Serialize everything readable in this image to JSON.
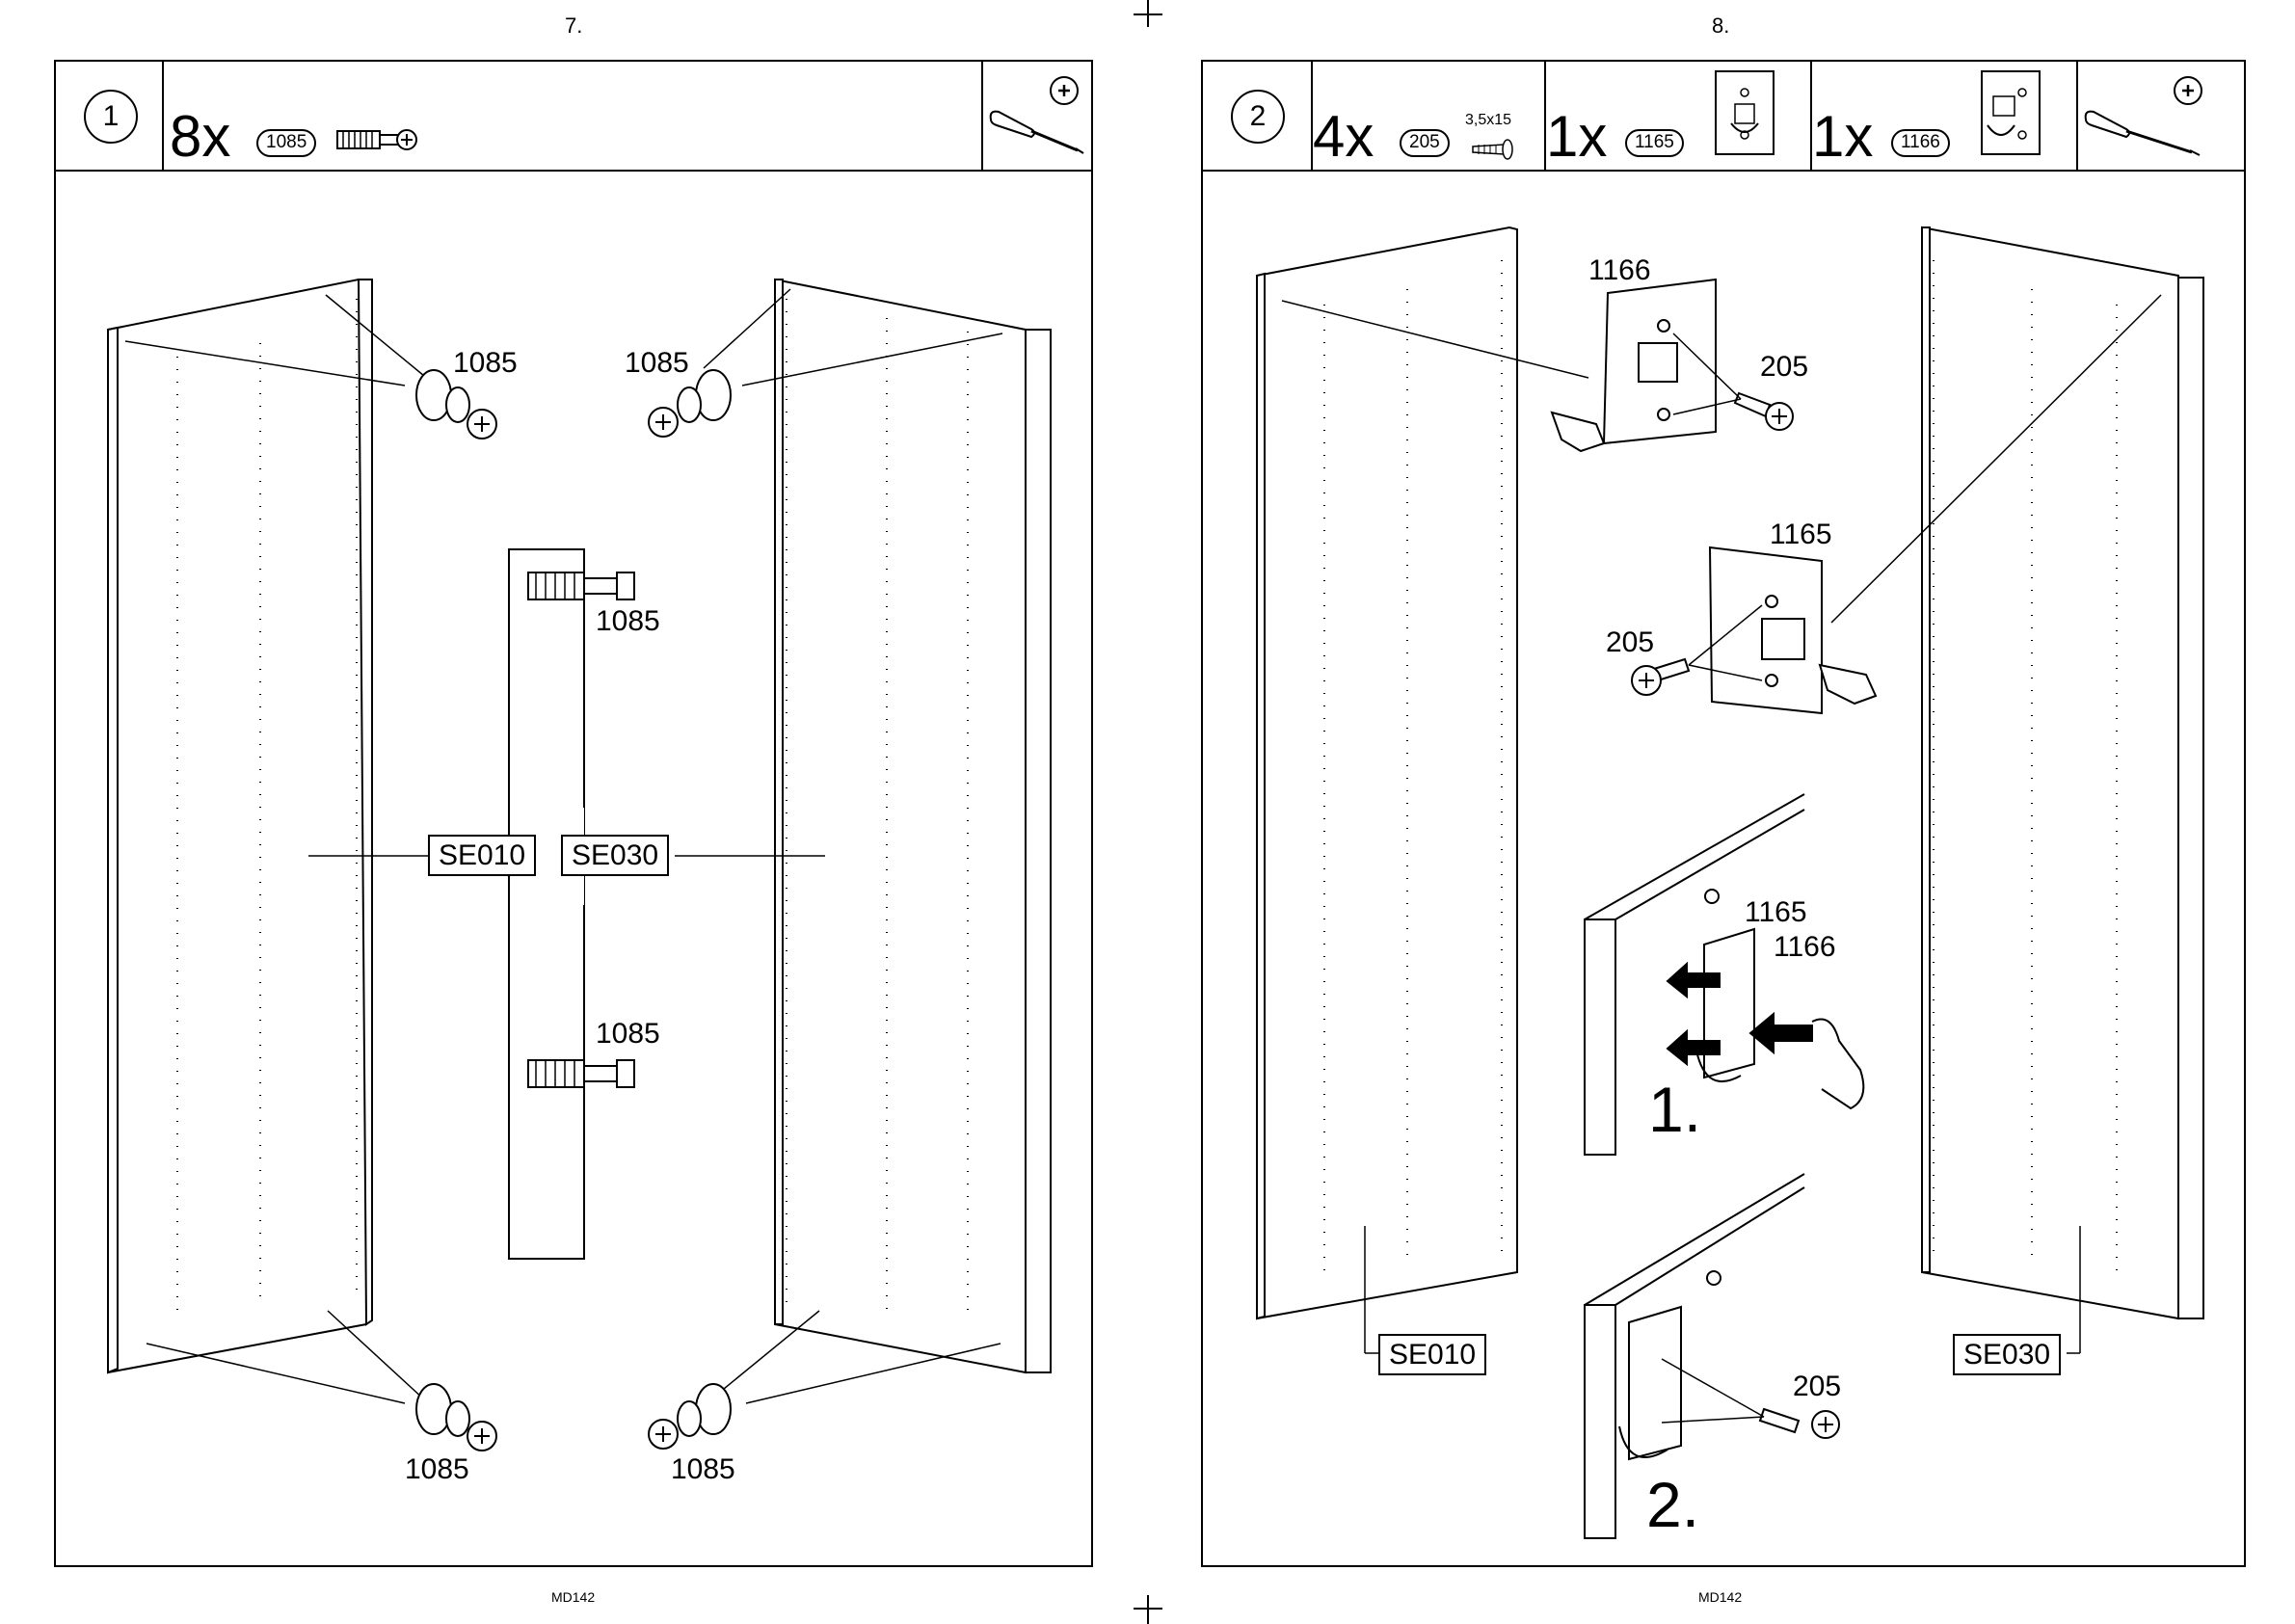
{
  "pages": [
    {
      "page_number": "7.",
      "footer": "MD142",
      "step": "1",
      "qty": "8x",
      "part": "1085",
      "callouts": {
        "tl": "1085",
        "tr": "1085",
        "mid_top": "1085",
        "mid_bottom": "1085",
        "bl": "1085",
        "br": "1085"
      },
      "panel_left": "SE010",
      "panel_right": "SE030",
      "tool_icon": "phillips-screwdriver-icon"
    },
    {
      "page_number": "8.",
      "footer": "MD142",
      "step": "2",
      "parts": [
        {
          "qty": "4x",
          "part": "205",
          "size": "3,5x15"
        },
        {
          "qty": "1x",
          "part": "1165"
        },
        {
          "qty": "1x",
          "part": "1166"
        }
      ],
      "callouts": {
        "top_bracket": "1166",
        "top_screw": "205",
        "mid_bracket": "1165",
        "mid_screw": "205",
        "detail1_a": "1165",
        "detail1_b": "1166",
        "detail2_screw": "205"
      },
      "detail_steps": [
        "1.",
        "2."
      ],
      "panel_left": "SE010",
      "panel_right": "SE030",
      "tool_icon": "phillips-screwdriver-icon"
    }
  ]
}
